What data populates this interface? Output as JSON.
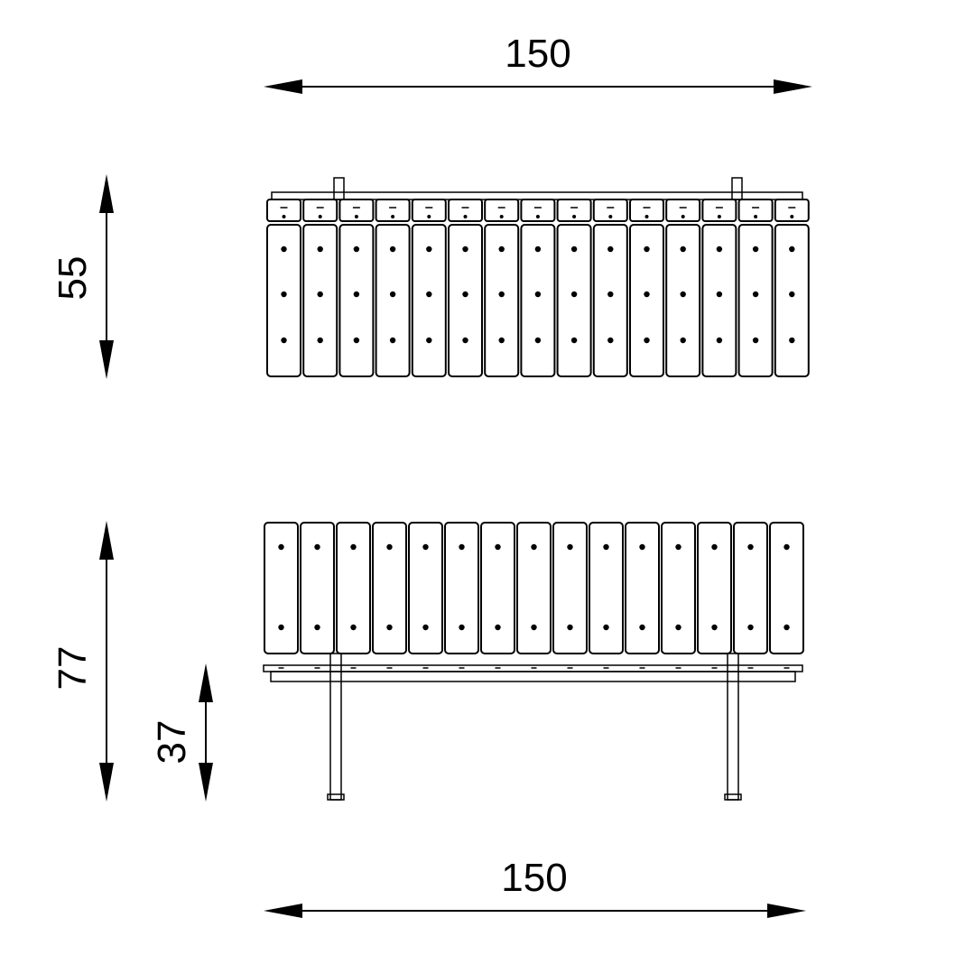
{
  "dimensions": {
    "top_width": "150",
    "top_height": "55",
    "front_height": "77",
    "seat_height": "37",
    "bottom_width": "150"
  },
  "top_view": {
    "slat_count": 15,
    "dots_per_slat": 3
  },
  "front_view": {
    "slat_count": 15,
    "dots_per_slat": 2
  }
}
